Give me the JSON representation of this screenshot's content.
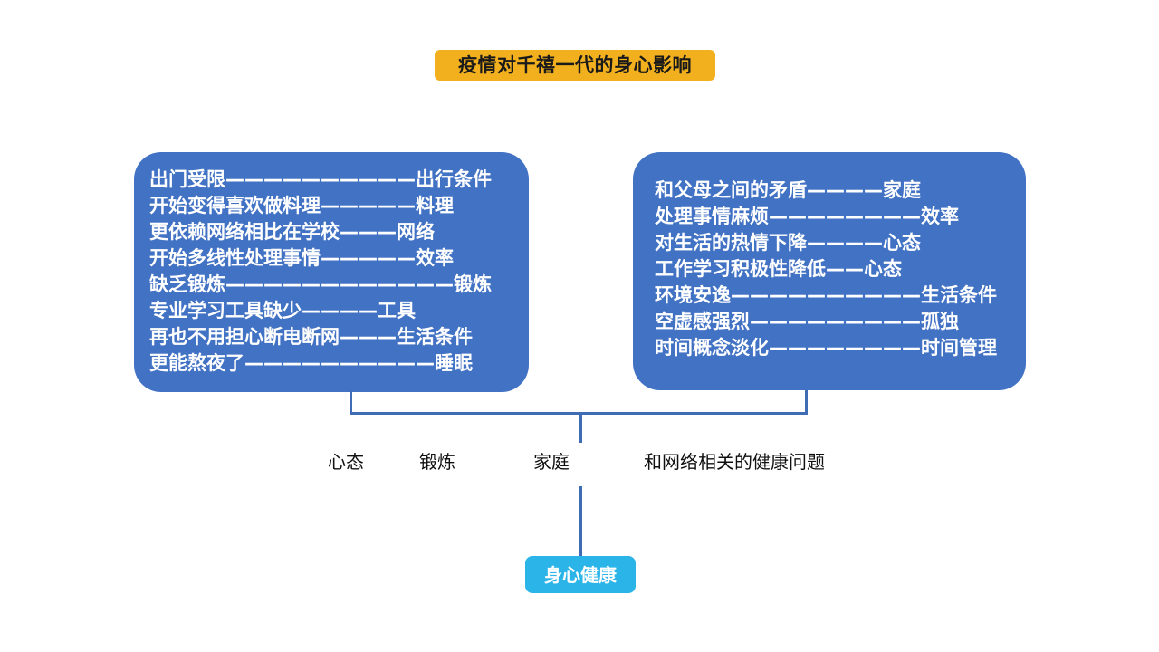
{
  "title": {
    "text": "疫情对千禧一代的身心影响",
    "background_color": "#F2B01E",
    "text_color": "#1a1a1a"
  },
  "colors": {
    "box_blue": "#4272C4",
    "connector_blue": "#3E6CB5",
    "cyan": "#2BB4E8",
    "page_background": "#FFFFFF"
  },
  "left_box": {
    "lines": [
      "出门受限——————————出行条件",
      "开始变得喜欢做料理—————料理",
      "更依赖网络相比在学校———网络",
      "开始多线性处理事情—————效率",
      "缺乏锻炼————————————锻炼",
      "专业学习工具缺少————工具",
      "再也不用担心断电断网———生活条件",
      "更能熬夜了——————————睡眠"
    ]
  },
  "right_box": {
    "lines": [
      "和父母之间的矛盾————家庭",
      "处理事情麻烦————————效率",
      "对生活的热情下降————心态",
      "工作学习积极性降低——心态",
      "环境安逸——————————生活条件",
      "空虚感强烈—————————孤独",
      "时间概念淡化————————时间管理"
    ]
  },
  "middle_labels": [
    "心态",
    "锻炼",
    "家庭",
    "和网络相关的健康问题"
  ],
  "bottom_node": {
    "text": "身心健康"
  }
}
